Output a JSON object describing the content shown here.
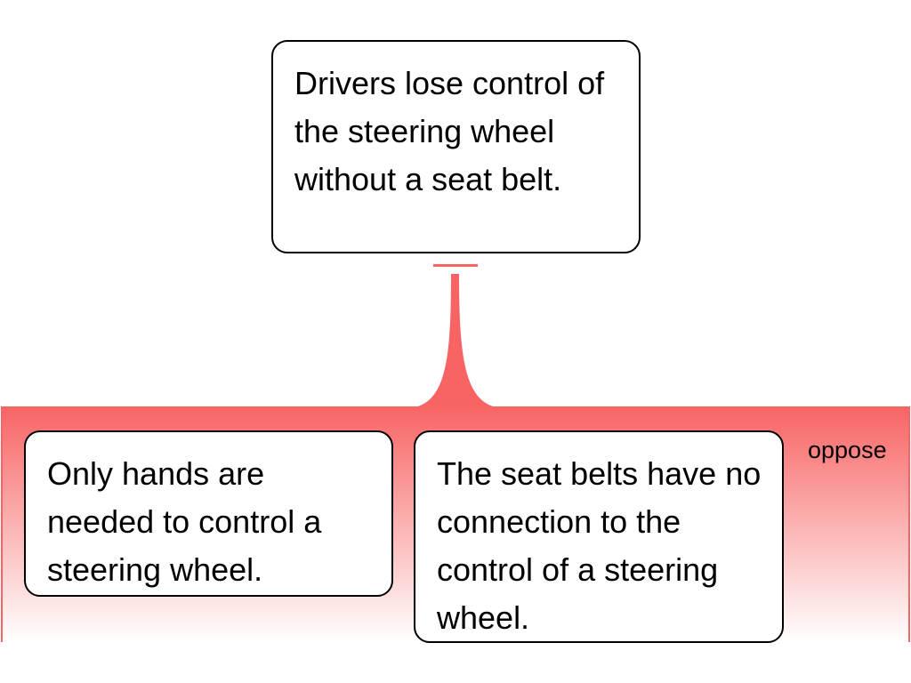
{
  "diagram": {
    "claim": {
      "text": "Drivers lose control of the steering wheel without a seat belt."
    },
    "relation": {
      "label": "oppose",
      "color": "#f86464"
    },
    "premises": [
      {
        "text": "Only hands are needed to control a steering wheel."
      },
      {
        "text": "The seat belts have no connection to the control of a steering wheel."
      }
    ]
  }
}
